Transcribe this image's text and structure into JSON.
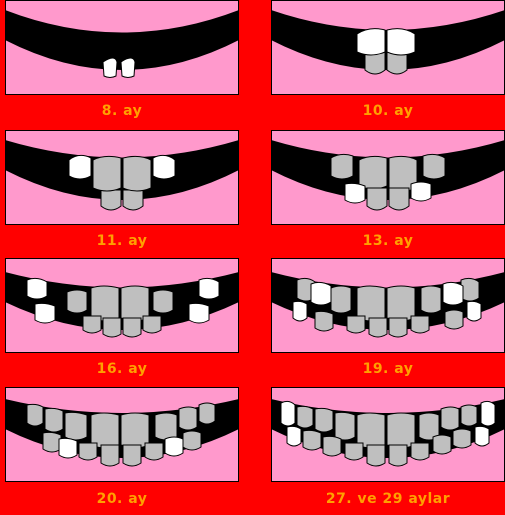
{
  "colors": {
    "background": "#ff0000",
    "gum": "#ff99cc",
    "mouth": "#000000",
    "erupted_tooth": "#bfbfbf",
    "new_tooth": "#ffffff",
    "label": "#ffa000"
  },
  "panels": [
    {
      "label": "8. ay",
      "new_upper": 0,
      "new_lower": 2,
      "old_upper": 0,
      "old_lower": 0
    },
    {
      "label": "10. ay",
      "new_upper": 2,
      "new_lower": 0,
      "old_upper": 0,
      "old_lower": 2
    },
    {
      "label": "11. ay",
      "new_upper": 2,
      "new_lower": 0,
      "old_upper": 2,
      "old_lower": 2
    },
    {
      "label": "13. ay",
      "new_upper": 0,
      "new_lower": 2,
      "old_upper": 4,
      "old_lower": 2
    },
    {
      "label": "16. ay",
      "new_upper": 2,
      "new_lower": 2,
      "old_upper": 4,
      "old_lower": 4
    },
    {
      "label": "19. ay",
      "new_upper": 2,
      "new_lower": 2,
      "old_upper": 6,
      "old_lower": 6
    },
    {
      "label": "20. ay",
      "new_upper": 0,
      "new_lower": 2,
      "old_upper": 8,
      "old_lower": 6
    },
    {
      "label": "27. ve 29 aylar",
      "new_upper": 2,
      "new_lower": 2,
      "old_upper": 8,
      "old_lower": 8
    }
  ]
}
